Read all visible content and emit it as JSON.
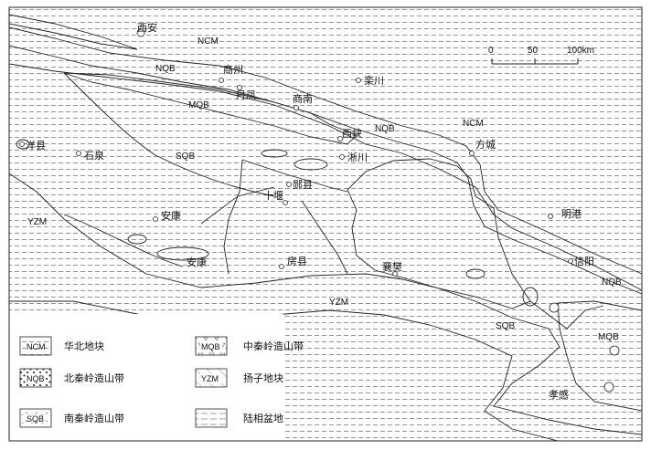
{
  "units": {
    "ncm": {
      "code": "NCM",
      "name": "华北地块"
    },
    "nqb": {
      "code": "NQB",
      "name": "北秦岭造山带"
    },
    "sqb": {
      "code": "SQB",
      "name": "南秦岭造山带"
    },
    "mqb": {
      "code": "MQB",
      "name": "中秦岭造山带"
    },
    "yzm": {
      "code": "YZM",
      "name": "扬子地块"
    },
    "basin": {
      "name": "陆相盆地"
    }
  },
  "scale": {
    "tick0": "0",
    "tick1": "50",
    "tick2": "100km"
  },
  "cities": {
    "xian": "西安",
    "shangzhou": "商州",
    "luanchuan": "栾川",
    "danfeng": "丹凤",
    "shangnan": "商南",
    "xixia": "西峡",
    "xichuan": "淅川",
    "fangcheng": "方城",
    "yangxian": "洋县",
    "shiquan": "石泉",
    "yunxian": "郧县",
    "shiyan": "十堰",
    "ankang1": "安康",
    "ankang2": "安康",
    "fangxian": "房县",
    "xiangfan": "襄樊",
    "minggang": "明港",
    "xinyang": "信阳",
    "xiaogan": "孝感"
  },
  "map_labels": {
    "ncm_top": "NCM",
    "ncm_right": "NCM",
    "nqb_1": "NQB",
    "nqb_2": "NQB",
    "nqb_3": "NQB",
    "mqb_1": "MQB",
    "mqb_2": "MQB",
    "sqb_1": "SQB",
    "sqb_2": "SQB",
    "yzm_1": "YZM",
    "yzm_2": "YZM"
  },
  "colors": {
    "line": "#222222",
    "background": "#ffffff"
  }
}
